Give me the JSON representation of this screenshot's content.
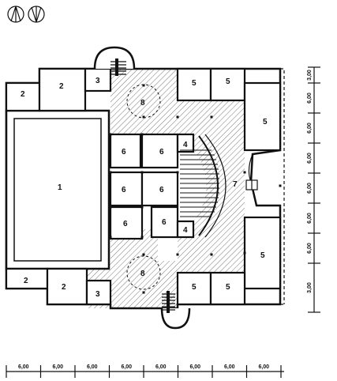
{
  "symbols": {
    "north_arrow_1": "north-arrow-icon",
    "north_arrow_2": "north-arrow-icon"
  },
  "rooms": {
    "r1": "1",
    "r2a": "2",
    "r2b": "2",
    "r2c": "2",
    "r2d": "2",
    "r3a": "3",
    "r3b": "3",
    "r4a": "4",
    "r4b": "4",
    "r5a": "5",
    "r5b": "5",
    "r5c": "5",
    "r5d": "5",
    "r5e": "5",
    "r5f": "5",
    "r6a": "6",
    "r6b": "6",
    "r6c": "6",
    "r6d": "6",
    "r6e": "6",
    "r6f": "6",
    "r7": "7",
    "r8a": "8",
    "r8b": "8"
  },
  "dimensions": {
    "horizontal": [
      "6,00",
      "6,00",
      "6,00",
      "6,00",
      "6,00",
      "6,00",
      "6,00",
      "6,00"
    ],
    "vertical": [
      "3,00",
      "6,00",
      "6,00",
      "6,00",
      "6,00",
      "6,00",
      "6,00",
      "3,00"
    ]
  }
}
